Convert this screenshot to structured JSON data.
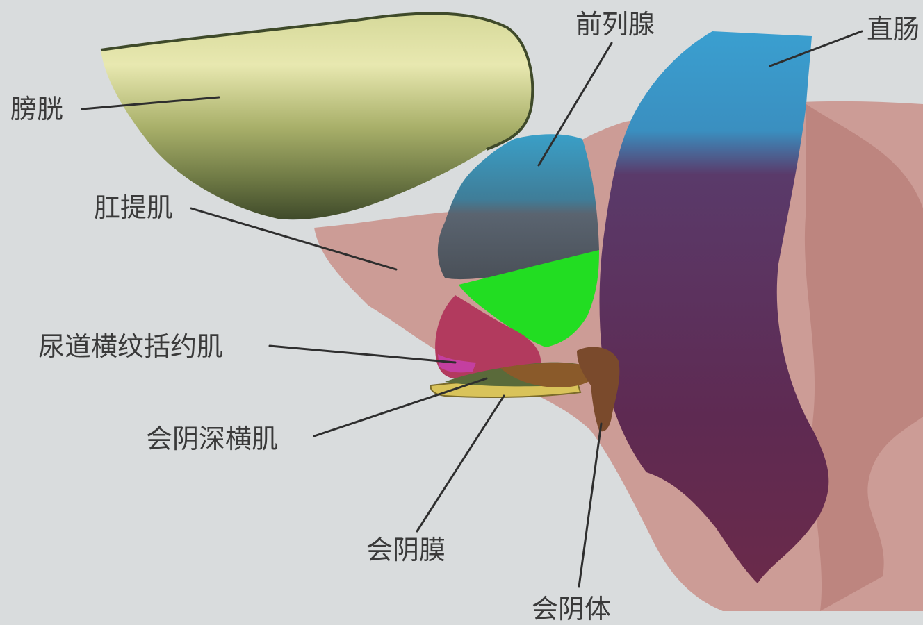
{
  "labels": {
    "bladder": "膀胱",
    "prostate": "前列腺",
    "rectum": "直肠",
    "levator_ani": "肛提肌",
    "urethral_sphincter": "尿道横纹括约肌",
    "deep_transverse_perineal": "会阴深横肌",
    "perineal_membrane": "会阴膜",
    "perineal_body": "会阴体"
  },
  "colors": {
    "background": "#d9dcdd",
    "bladder": "#c9cf8a",
    "bladder_dark": "#55603a",
    "prostate_blue": "#3a9fc7",
    "prostate_gray": "#5a6470",
    "sphincter_green": "#22dd22",
    "sphincter_red": "#b23a5e",
    "membrane_yellow": "#d9c35a",
    "deep_muscle_olive": "#5a6a3a",
    "perineal_body_brown": "#7a4a2c",
    "rectum_blue": "#3a9fd0",
    "rectum_purple": "#5e2a52",
    "levator_pink": "#c9908a"
  }
}
